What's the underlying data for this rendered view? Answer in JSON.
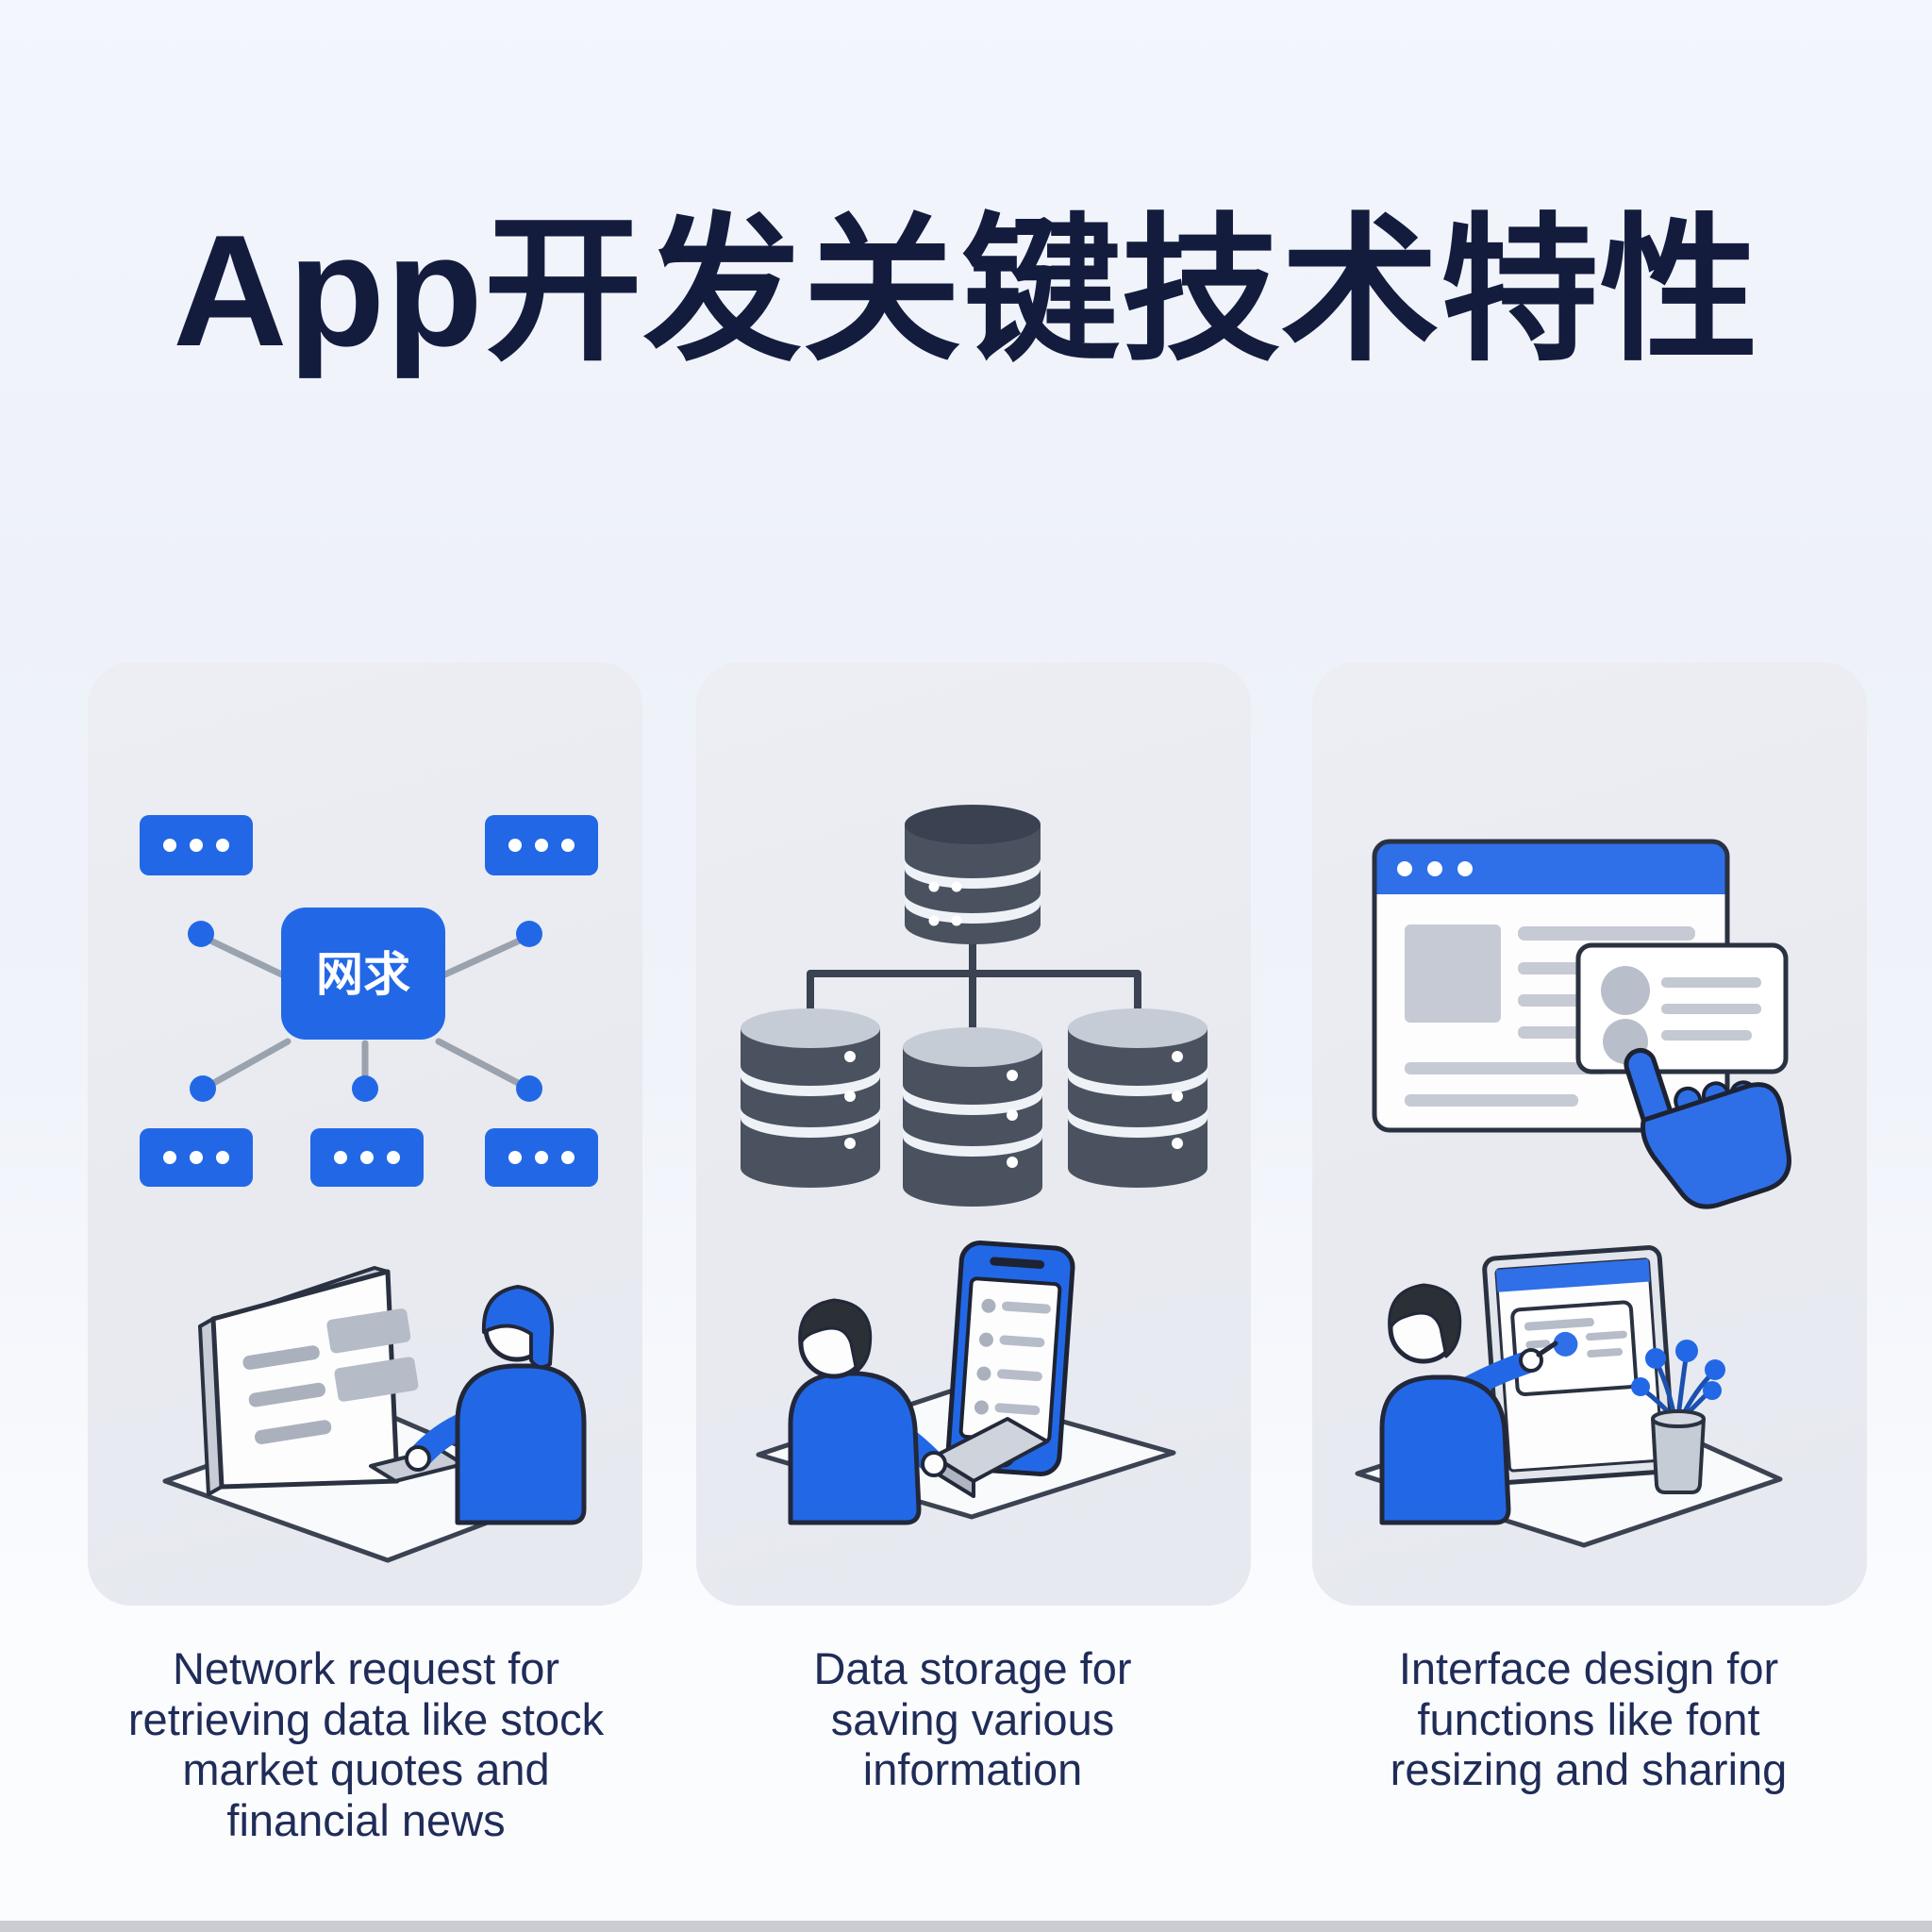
{
  "page": {
    "title": "App开发关键技术特性",
    "colors": {
      "accent_blue": "#2268e6",
      "header_blue": "#2f6fe8",
      "title_navy": "#141c3e",
      "caption_navy": "#202c58",
      "database_dark": "#4a5260",
      "database_light_top": "#c6ccd6",
      "card_background": "#e9ebf1",
      "page_background": "#eef1f9",
      "outline_dark": "#2a3140"
    }
  },
  "cards": [
    {
      "name": "network-request",
      "illustration_top": "network-diagram",
      "illustration_bottom": "person-at-computer",
      "center_node_label": "网求",
      "caption": "Network request for retrieving data like stock market quotes and financial news"
    },
    {
      "name": "data-storage",
      "illustration_top": "database-hierarchy",
      "illustration_bottom": "person-with-phone",
      "caption": "Data storage for saving various information"
    },
    {
      "name": "interface-design",
      "illustration_top": "browser-profile-card-click",
      "illustration_bottom": "person-at-touch-screen",
      "caption": "Interface design for functions like font resizing and sharing"
    }
  ]
}
